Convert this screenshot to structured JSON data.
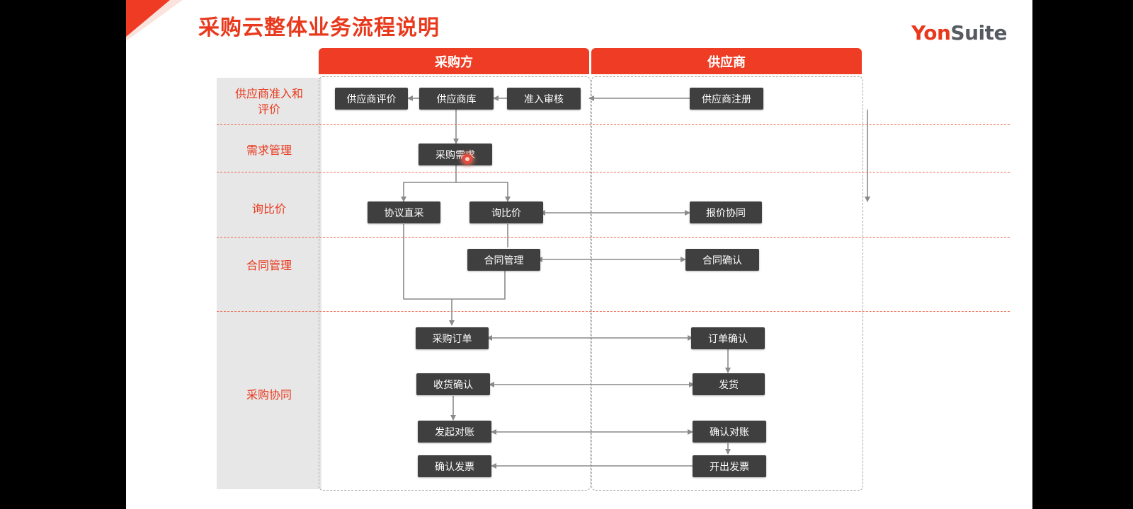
{
  "title": "采购云整体业务流程说明",
  "logo": {
    "yon": "Yon",
    "suite": "Suite"
  },
  "swimlanes": {
    "buyer": "采购方",
    "supplier": "供应商"
  },
  "stages": {
    "supplier_admission": "供应商准入和评价",
    "demand": "需求管理",
    "inquiry": "询比价",
    "contract": "合同管理",
    "collaboration": "采购协同"
  },
  "nodes": {
    "supplier_evaluation": "供应商评价",
    "supplier_library": "供应商库",
    "admission_review": "准入审核",
    "supplier_register": "供应商注册",
    "purchase_demand": "采购需求",
    "agreement_purchase": "协议直采",
    "inquiry_compare": "询比价",
    "quote_collab": "报价协同",
    "contract_mgmt": "合同管理",
    "contract_confirm": "合同确认",
    "purchase_order": "采购订单",
    "order_confirm": "订单确认",
    "receipt_confirm": "收货确认",
    "ship": "发货",
    "start_reconcile": "发起对账",
    "confirm_reconcile": "确认对账",
    "confirm_invoice": "确认发票",
    "issue_invoice": "开出发票"
  },
  "colors": {
    "accent": "#ee3d24",
    "node": "#3f3f3f",
    "stage_bg": "#e7e7e7",
    "connector": "#8a8a8a"
  }
}
